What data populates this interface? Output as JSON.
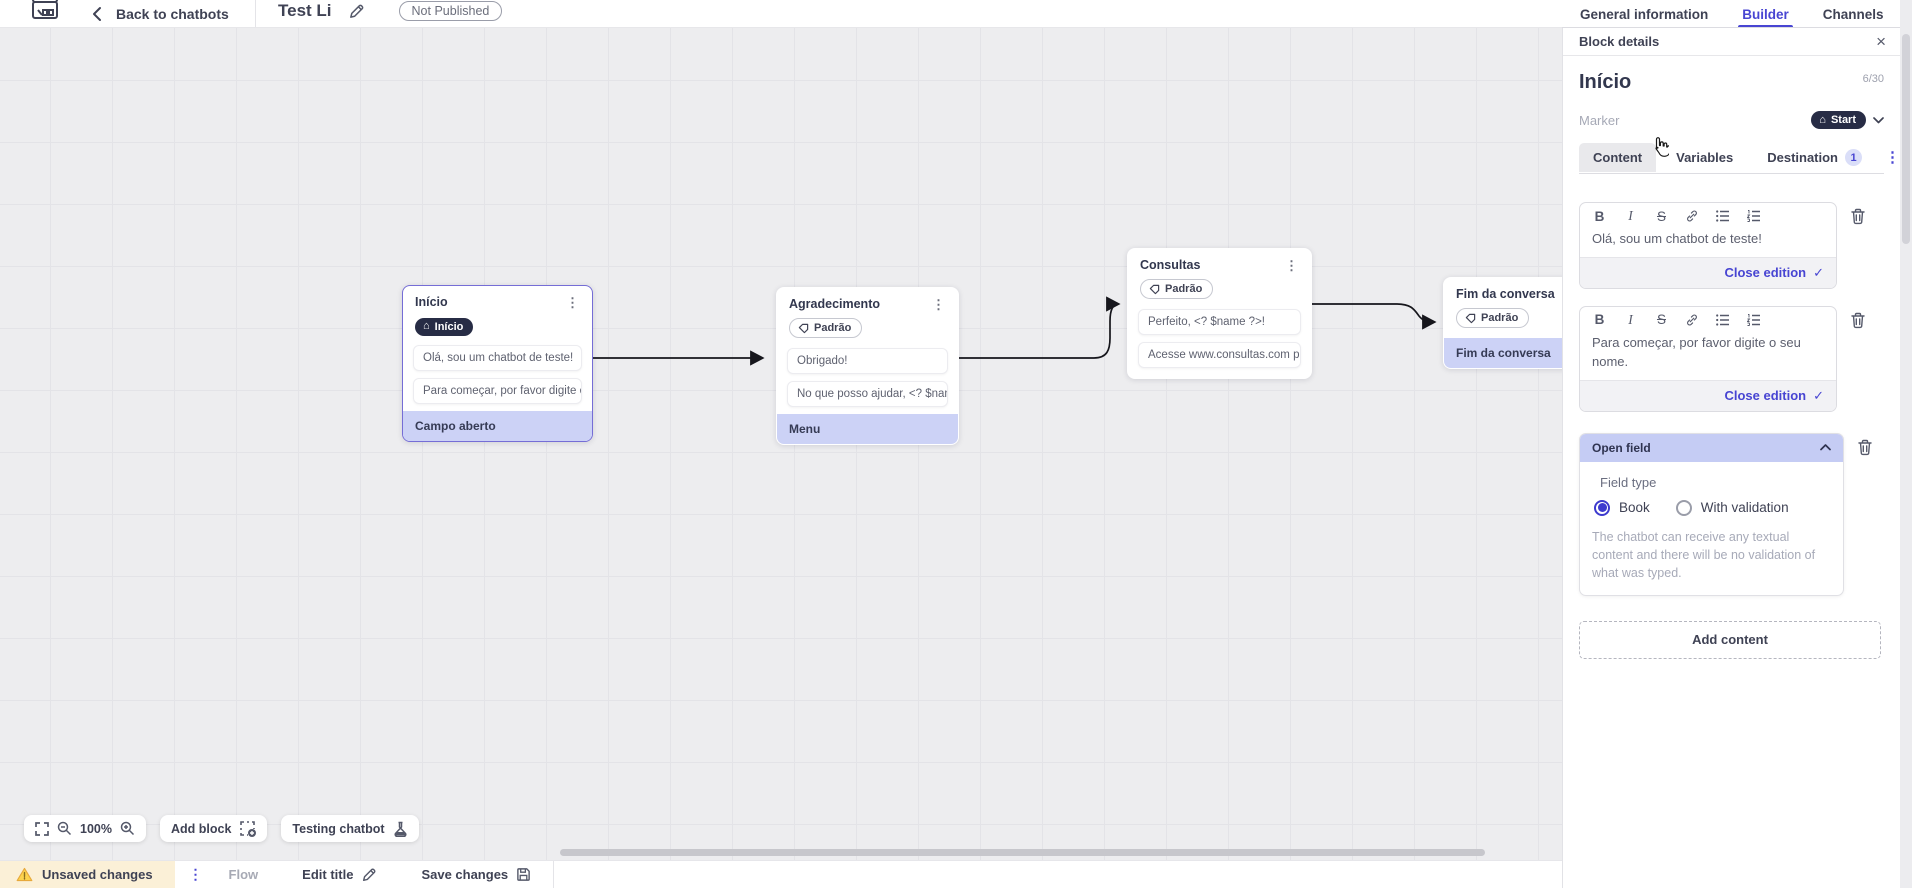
{
  "colors": {
    "accent": "#4845d2",
    "dark_pill": "#272c45",
    "purple_row": "#ccd2f6",
    "openfield_header": "#c5ccf4",
    "destination_badge_bg": "#dadef8",
    "warning_bg": "#fbf0d7",
    "canvas_bg": "#ededef"
  },
  "icons": {
    "home": "⌂",
    "kebab": "⋮",
    "close": "×",
    "check": "✓"
  },
  "header": {
    "back_label": "Back to chatbots",
    "title": "Test Li",
    "status_badge": "Not Published",
    "tabs": [
      {
        "label": "General information"
      },
      {
        "label": "Builder"
      },
      {
        "label": "Channels"
      }
    ]
  },
  "canvas": {
    "blocks": [
      {
        "title": "Início",
        "marker": "Início",
        "messages": [
          "Olá, sou um chatbot de teste!",
          "Para começar, por favor digite o ..."
        ],
        "field": "Campo aberto"
      },
      {
        "title": "Agradecimento",
        "marker": "Padrão",
        "messages": [
          "Obrigado!",
          "No que posso ajudar, <? $name ..."
        ],
        "field": "Menu"
      },
      {
        "title": "Consultas",
        "marker": "Padrão",
        "messages": [
          "Perfeito, <? $name ?>!",
          "Acesse www.consultas.com par..."
        ]
      },
      {
        "title": "Fim da conversa",
        "marker": "Padrão",
        "field": "Fim da conversa"
      }
    ],
    "toolbar": {
      "zoom_level": "100%",
      "add_block_label": "Add block",
      "testing_label": "Testing chatbot"
    }
  },
  "panel": {
    "header_label": "Block details",
    "block_name": "Início",
    "char_counter": "6/30",
    "marker_label": "Marker",
    "marker_value": "Start",
    "tabs": [
      {
        "label": "Content"
      },
      {
        "label": "Variables"
      },
      {
        "label": "Destination",
        "badge": "1"
      }
    ],
    "editors": [
      {
        "text": "Olá, sou um chatbot de teste!",
        "close_label": "Close edition"
      },
      {
        "text": "Para começar, por favor digite o seu nome.",
        "close_label": "Close edition"
      }
    ],
    "open_field": {
      "title": "Open field",
      "field_type_label": "Field type",
      "options": [
        {
          "label": "Book",
          "selected": true
        },
        {
          "label": "With validation",
          "selected": false
        }
      ],
      "description": "The chatbot can receive any textual content and there will be no validation of what was typed."
    },
    "add_content_label": "Add content"
  },
  "statusbar": {
    "unsaved_label": "Unsaved changes",
    "flow_label": "Flow",
    "edit_title_label": "Edit title",
    "save_label": "Save changes"
  }
}
